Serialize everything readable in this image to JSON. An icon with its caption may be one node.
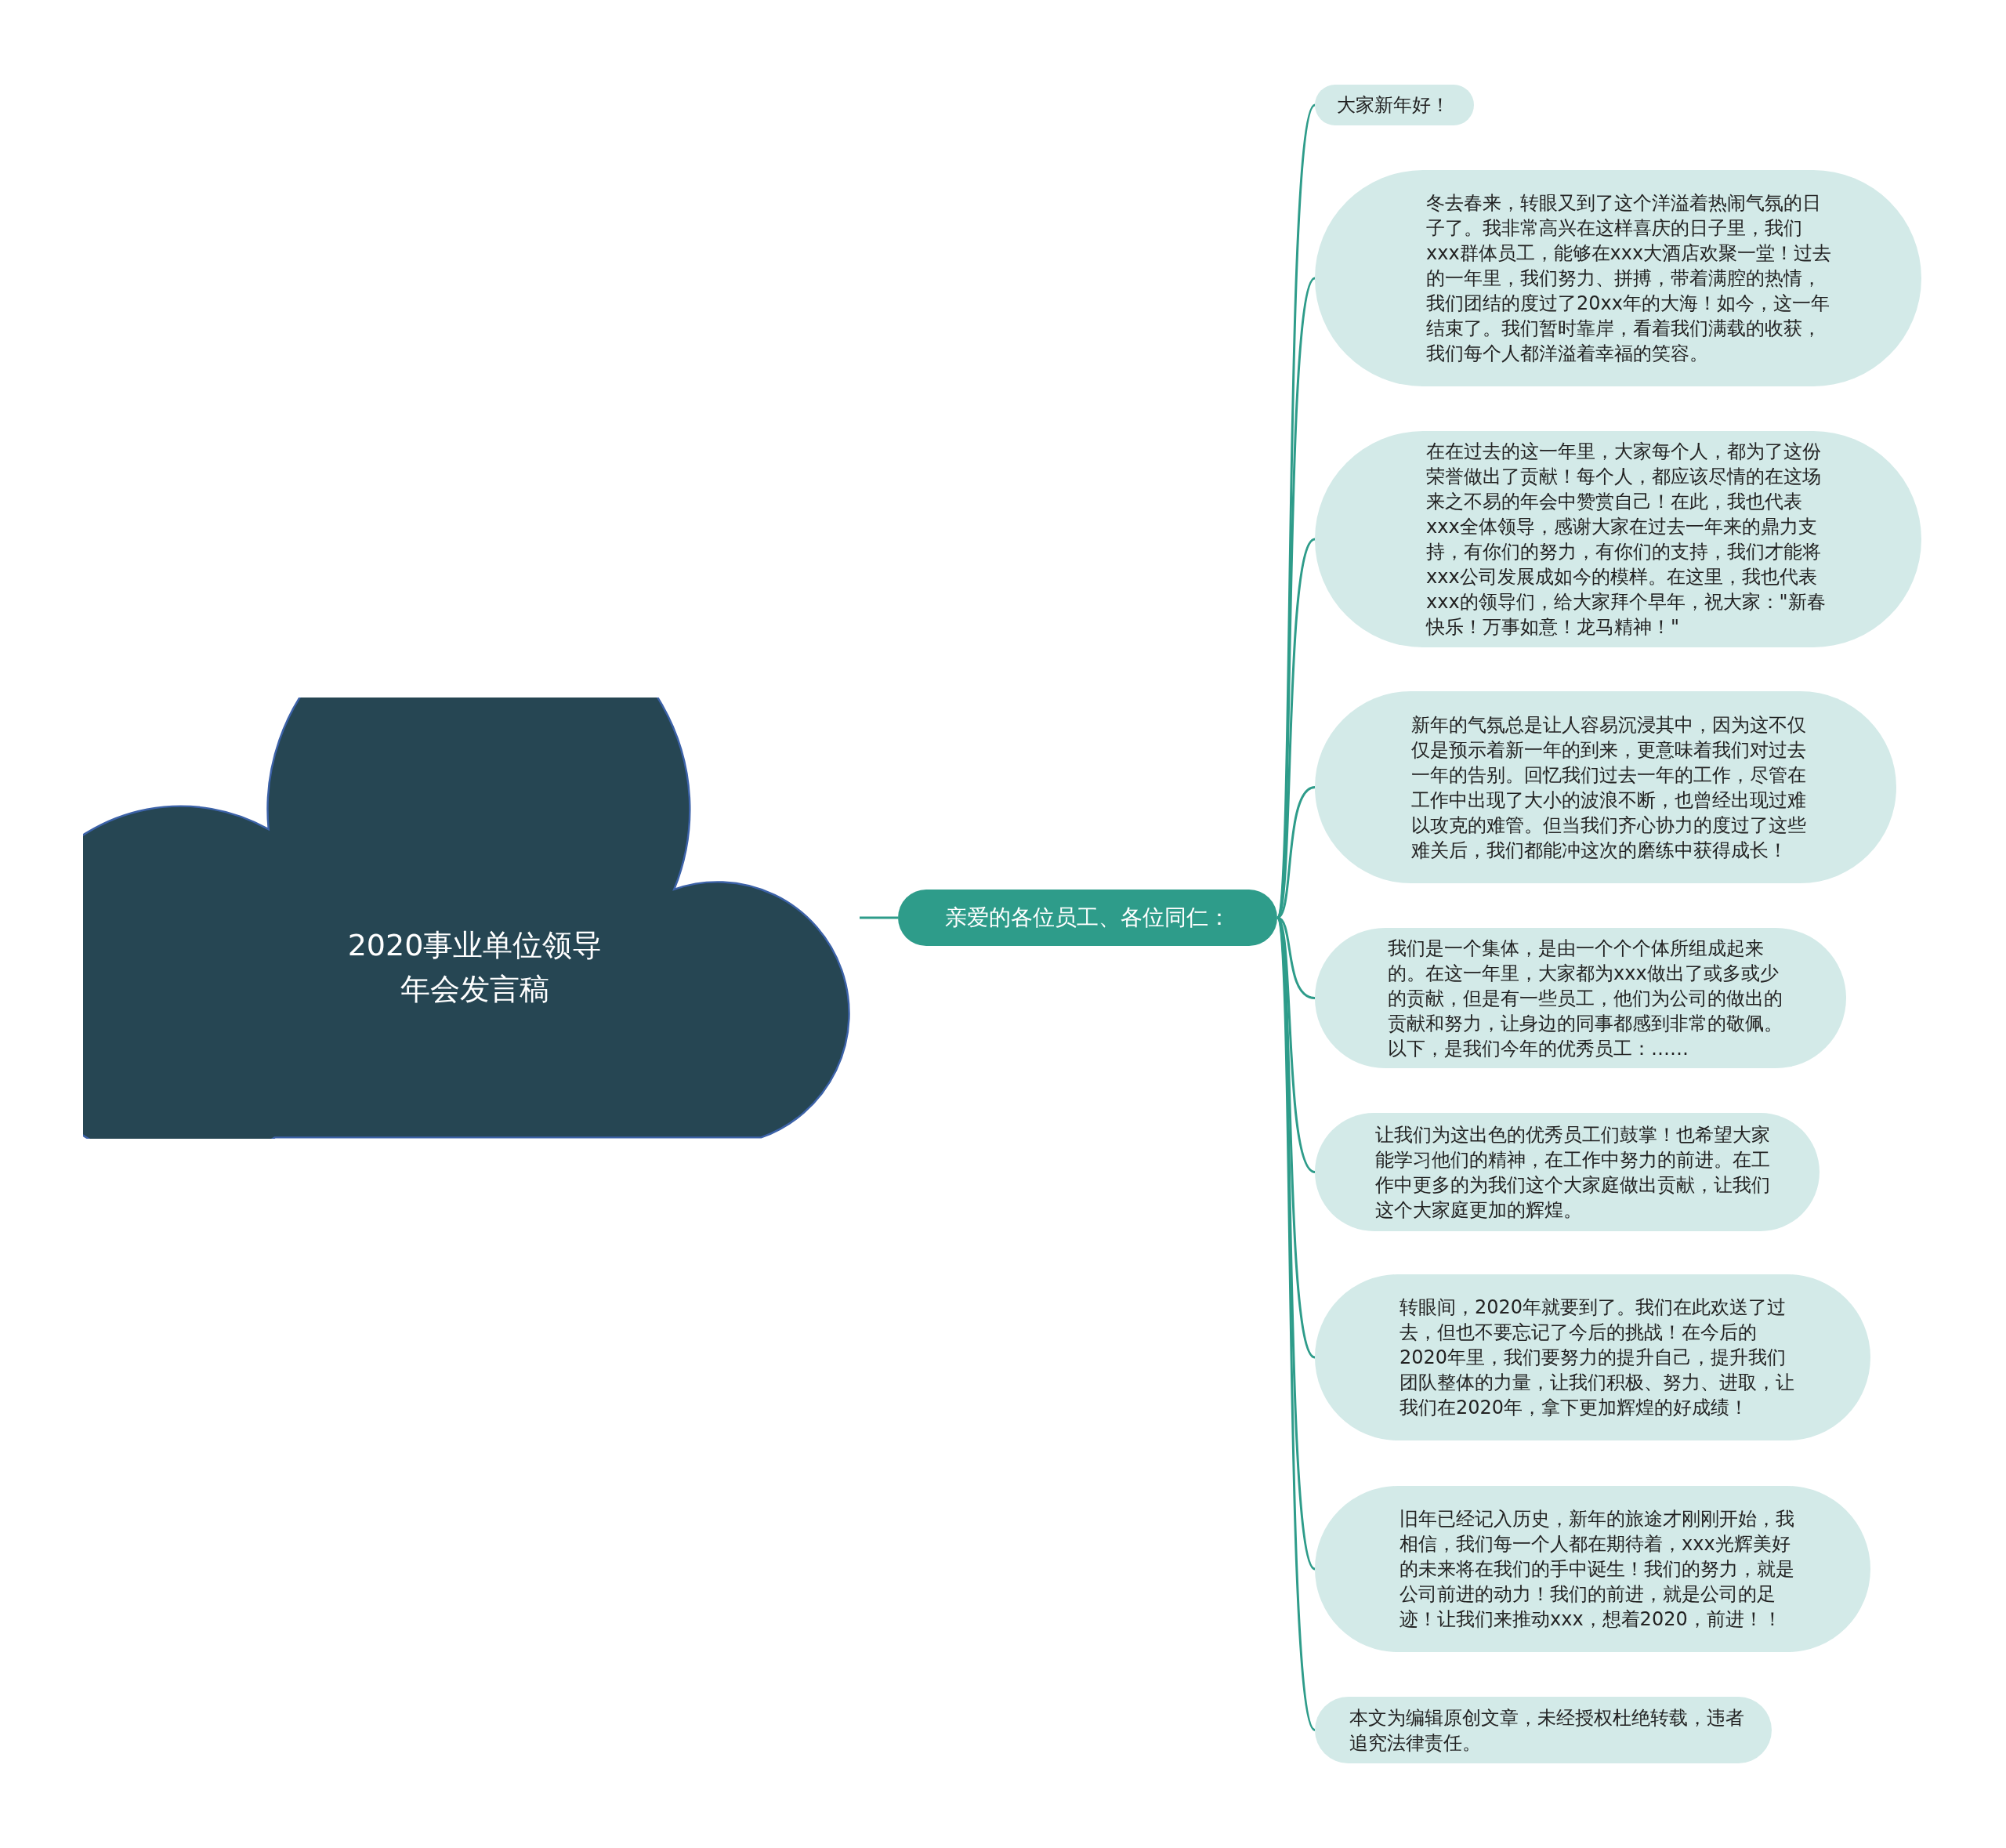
{
  "diagram": {
    "nodes": [
      {
        "text": [
          "2020事业单位领导年会发言稿"
        ]
      },
      {
        "text": [
          "亲爱的各位员工、各位同仁："
        ]
      },
      {
        "text": [
          "大家新年好！"
        ]
      },
      {
        "text": [
          "冬去春来，转眼又到了这个洋溢着热闹气氛的日子了。我非常高兴在这样喜庆的日子里，我们xxx群体员工，能够在xxx大酒店欢聚一堂！过去的一年里，我们努力、拼搏，带着满腔的热情，我们团结的度过了20xx年的大海！如今，这一年结束了。我们暂时靠岸，看着我们满载的收获，我们每个人都洋溢着幸福的笑容。"
        ]
      },
      {
        "text": [
          "在在过去的这一年里，大家每个人，都为了这份荣誉做出了贡献！每个人，都应该尽情的在这场来之不易的年会中赞赏自己！在此，我也代表xxx全体领导，感谢大家在过去一年来的鼎力支持，有你们的努力，有你们的支持，我们才能将xxx公司发展成如今的模样。在这里，我也代表xxx的领导们，给大家拜个早年，祝大家：\"新春快乐！万事如意！龙马精神！\""
        ]
      },
      {
        "text": [
          "新年的气氛总是让人容易沉浸其中，因为这不仅仅是预示着新一年的到来，更意味着我们对过去一年的告别。回忆我们过去一年的工作，尽管在工作中出现了大小的波浪不断，也曾经出现过难以攻克的难管。但当我们齐心协力的度过了这些难关后，我们都能冲这次的磨练中获得成长！"
        ]
      },
      {
        "text": [
          "我们是一个集体，是由一个个个体所组成起来的。在这一年里，大家都为xxx做出了或多或少的贡献，但是有一些员工，他们为公司的做出的贡献和努力，让身边的同事都感到非常的敬佩。以下，是我们今年的优秀员工：……"
        ]
      },
      {
        "text": [
          "让我们为这出色的优秀员工们鼓掌！也希望大家能学习他们的精神，在工作中努力的前进。在工作中更多的为我们这个大家庭做出贡献，让我们这个大家庭更加的辉煌。"
        ]
      },
      {
        "text": [
          "转眼间，2020年就要到了。我们在此欢送了过去，但也不要忘记了今后的挑战！在今后的2020年里，我们要努力的提升自己，提升我们团队整体的力量，让我们积极、努力、进取，让我们在2020年，拿下更加辉煌的好成绩！"
        ]
      },
      {
        "text": [
          "旧年已经记入历史，新年的旅途才刚刚开始，我相信，我们每一个人都在期待着，xxx光辉美好的未来将在我们的手中诞生！我们的努力，就是公司前进的动力！我们的前进，就是公司的足迹！让我们来推动xxx，想着2020，前进！！"
        ]
      },
      {
        "text": [
          "本文为编辑原创文章，未经授权杜绝转载，违者追究法律责任。"
        ]
      }
    ],
    "edges": [
      {
        "from": 0,
        "to": 1,
        "arrow": "none"
      },
      {
        "from": 1,
        "to": 2,
        "arrow": "none"
      },
      {
        "from": 1,
        "to": 3,
        "arrow": "none"
      },
      {
        "from": 1,
        "to": 4,
        "arrow": "none"
      },
      {
        "from": 1,
        "to": 5,
        "arrow": "none"
      },
      {
        "from": 1,
        "to": 6,
        "arrow": "none"
      },
      {
        "from": 1,
        "to": 7,
        "arrow": "none"
      },
      {
        "from": 1,
        "to": 8,
        "arrow": "none"
      },
      {
        "from": 1,
        "to": 9,
        "arrow": "none"
      },
      {
        "from": 1,
        "to": 10,
        "arrow": "none"
      }
    ]
  }
}
